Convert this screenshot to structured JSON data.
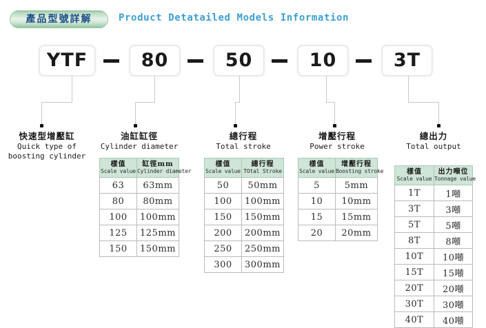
{
  "header": {
    "badge_cn": "產品型號詳解",
    "title_en": "Product Detatailed Models Information",
    "accent_color": "#3d9fd1",
    "badge_text_color": "#1b4f85",
    "badge_gradient_color": "#8cc09a"
  },
  "model_code": {
    "segments": [
      {
        "value": "YTF"
      },
      {
        "value": "80"
      },
      {
        "value": "50"
      },
      {
        "value": "10"
      },
      {
        "value": "3T"
      }
    ],
    "separator": "—"
  },
  "columns": [
    {
      "cn": "快速型增壓缸",
      "en_line1": "Quick type of",
      "en_line2": "boosting cylinder",
      "table": null
    },
    {
      "cn": "油缸缸徑",
      "en_line1": "Cylinder diameter",
      "en_line2": "",
      "table": {
        "headers": [
          {
            "cn": "樣值",
            "en": "Scale value"
          },
          {
            "cn": "缸徑mm",
            "en": "Cylinder diameter"
          }
        ],
        "rows": [
          [
            "63",
            "63mm"
          ],
          [
            "80",
            "80mm"
          ],
          [
            "100",
            "100mm"
          ],
          [
            "125",
            "125mm"
          ],
          [
            "150",
            "150mm"
          ]
        ]
      }
    },
    {
      "cn": "總行程",
      "en_line1": "Total stroke",
      "en_line2": "",
      "table": {
        "headers": [
          {
            "cn": "樣值",
            "en": "Scale value"
          },
          {
            "cn": "總行程",
            "en": "TOtal Stroke"
          }
        ],
        "rows": [
          [
            "50",
            "50mm"
          ],
          [
            "100",
            "100mm"
          ],
          [
            "150",
            "150mm"
          ],
          [
            "200",
            "200mm"
          ],
          [
            "250",
            "250mm"
          ],
          [
            "300",
            "300mm"
          ]
        ]
      }
    },
    {
      "cn": "增壓行程",
      "en_line1": "Power stroke",
      "en_line2": "",
      "table": {
        "headers": [
          {
            "cn": "樣值",
            "en": "Scale value"
          },
          {
            "cn": "增壓行程",
            "en": "Boosting stroke"
          }
        ],
        "rows": [
          [
            "5",
            "5mm"
          ],
          [
            "10",
            "10mm"
          ],
          [
            "15",
            "15mm"
          ],
          [
            "20",
            "20mm"
          ]
        ]
      }
    },
    {
      "cn": "總出力",
      "en_line1": "Total output",
      "en_line2": "",
      "table": {
        "headers": [
          {
            "cn": "樣值",
            "en": "Scale value"
          },
          {
            "cn": "出力噸位",
            "en": "Tonnage value"
          }
        ],
        "rows": [
          [
            "1T",
            "1噸"
          ],
          [
            "3T",
            "3噸"
          ],
          [
            "5T",
            "5噸"
          ],
          [
            "8T",
            "8噸"
          ],
          [
            "10T",
            "10噸"
          ],
          [
            "15T",
            "15噸"
          ],
          [
            "20T",
            "20噸"
          ],
          [
            "30T",
            "30噸"
          ],
          [
            "40T",
            "40噸"
          ]
        ]
      }
    }
  ]
}
